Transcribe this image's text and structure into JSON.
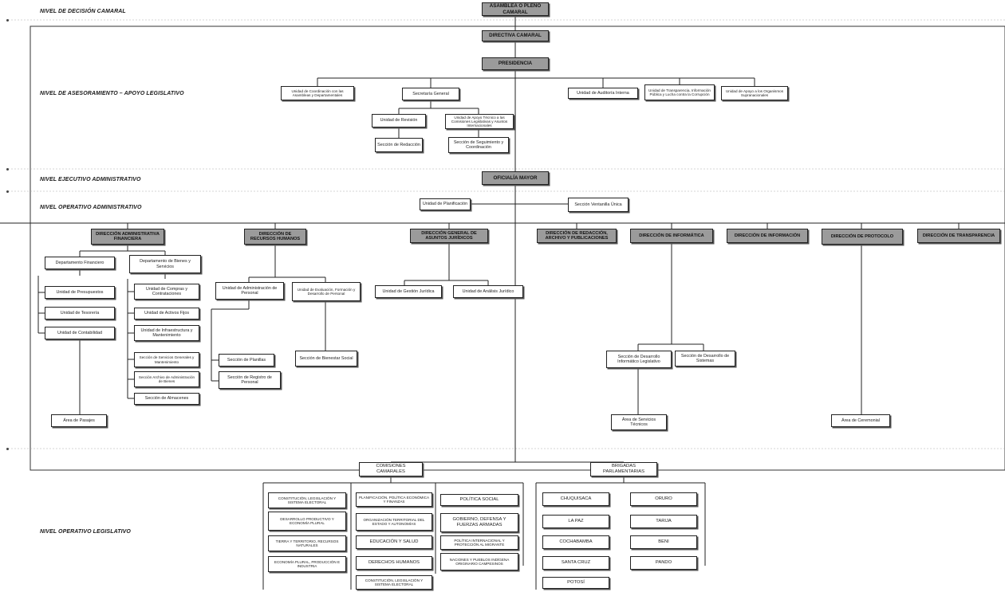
{
  "levels": {
    "decision": "NIVEL DE DECISIÓN CAMARAL",
    "advisory": "NIVEL DE ASESORAMIENTO – APOYO LEGISLATIVO",
    "executive": "NIVEL EJECUTIVO ADMINISTRATIVO",
    "operative_admin": "NIVEL OPERATIVO ADMINISTRATIVO",
    "operative_leg": "NIVEL OPERATIVO LEGISLATIVO"
  },
  "top": {
    "asamblea": "ASAMBLEA O PLENO CAMARAL",
    "directiva": "DIRECTIVA CAMARAL",
    "presidencia": "PRESIDENCIA"
  },
  "advisory_units": {
    "coordinacion": "Unidad de Coordinación con las Asambleas y Departamentales",
    "secretaria": "Secretaría General",
    "auditoria": "Unidad de Auditoría Interna",
    "transparencia": "Unidad de Transparencia, Información Pública y Lucha contra la Corrupción",
    "apoyo_org": "Unidad de Apoyo a los Organismos Supranacionales",
    "revision": "Unidad de Revisión",
    "tecnica": "Unidad de Apoyo Técnico a las Comisiones Legislativas y Asuntos Internacionales",
    "redaccion": "Sección de Redacción",
    "seguimiento": "Sección de Seguimiento y Coordinación"
  },
  "executive": {
    "oficialia": "OFICIALÍA MAYOR",
    "planificacion": "Unidad de Planificación",
    "ventanilla": "Sección Ventanilla Única"
  },
  "directions": {
    "administrativa": "DIRECCIÓN ADMINISTRATIVA FINANCIERA",
    "rrhh": "DIRECCIÓN DE RECURSOS HUMANOS",
    "juridicos": "DIRECCIÓN GENERAL DE ASUNTOS JURÍDICOS",
    "redaccion": "DIRECCIÓN DE REDACCIÓN, ARCHIVO Y PUBLICACIONES",
    "informatica": "DIRECCIÓN DE INFORMÁTICA",
    "informacion": "DIRECCIÓN DE INFORMACIÓN",
    "protocolo": "DIRECCIÓN DE PROTOCOLO",
    "transparencia": "DIRECCIÓN DE TRANSPARENCIA"
  },
  "admin_units": {
    "financiero": "Departamento Financiero",
    "bienes": "Departamento de Bienes y Servicios",
    "presupuestos": "Unidad de Presupuestos",
    "tesoreria": "Unidad de Tesorería",
    "contabilidad": "Unidad de Contabilidad",
    "compras": "Unidad de Compras y Contrataciones",
    "activos": "Unidad de Activos Fijos",
    "infraestructura": "Unidad de Infraestructura y Mantenimiento",
    "servicios": "Sección de Servicios Generales y Mantenimiento",
    "archivo_admin": "Sección Archivo de Administración de Bienes",
    "almacenes": "Sección de Almacenes",
    "pasajes": "Área de Pasajes"
  },
  "rrhh_units": {
    "administracion": "Unidad de Administración de Personal",
    "evaluacion": "Unidad de Evaluación, Formación y Desarrollo de Personal",
    "planillas": "Sección de Planillas",
    "registro": "Sección de Registro de Personal",
    "bienestar": "Sección de Bienestar Social"
  },
  "juridicos_units": {
    "gestion": "Unidad de Gestión Jurídica",
    "analisis": "Unidad de Análisis Jurídico"
  },
  "informatica_units": {
    "legislativo": "Sección de Desarrollo Informático Legislativo",
    "sistemas": "Sección de Desarrollo de Sistemas",
    "soporte": "Área de Servicios Técnicos"
  },
  "protocolo_units": {
    "ceremonial": "Área de Ceremonial"
  },
  "commissions": {
    "header": "COMISIONES CAMARALES",
    "items": [
      "CONSTITUCIÓN, LEGISLACIÓN Y SISTEMA ELECTORAL",
      "PLANIFICACIÓN, POLÍTICA ECONÓMICA Y FINANZAS",
      "POLÍTICA SOCIAL",
      "DESARROLLO PRODUCTIVO Y ECONOMÍA PLURAL",
      "GOBIERNO, DEFENSA Y FUERZAS ARMADAS",
      "ORGANIZACIÓN TERRITORIAL DEL ESTADO Y AUTONOMÍAS",
      "EDUCACIÓN Y SALUD",
      "TIERRA Y TERRITORIO, RECURSOS NATURALES",
      "DERECHOS HUMANOS",
      "POLÍTICA INTERNACIONAL Y PROTECCIÓN AL MIGRANTE",
      "NACIONES Y PUEBLOS INDÍGENA ORIGINARIO CAMPESINOS",
      "ECONOMÍA PLURAL, PRODUCCIÓN E INDUSTRIA",
      "CONSTITUCIÓN, LEGISLACIÓN Y SISTEMA ELECTORAL"
    ]
  },
  "brigades": {
    "header": "BRIGADAS PARLAMENTARIAS",
    "items": [
      "CHUQUISACA",
      "ORURO",
      "LA PAZ",
      "TARIJA",
      "COCHABAMBA",
      "BENI",
      "SANTA CRUZ",
      "PANDO",
      "POTOSÍ"
    ]
  }
}
